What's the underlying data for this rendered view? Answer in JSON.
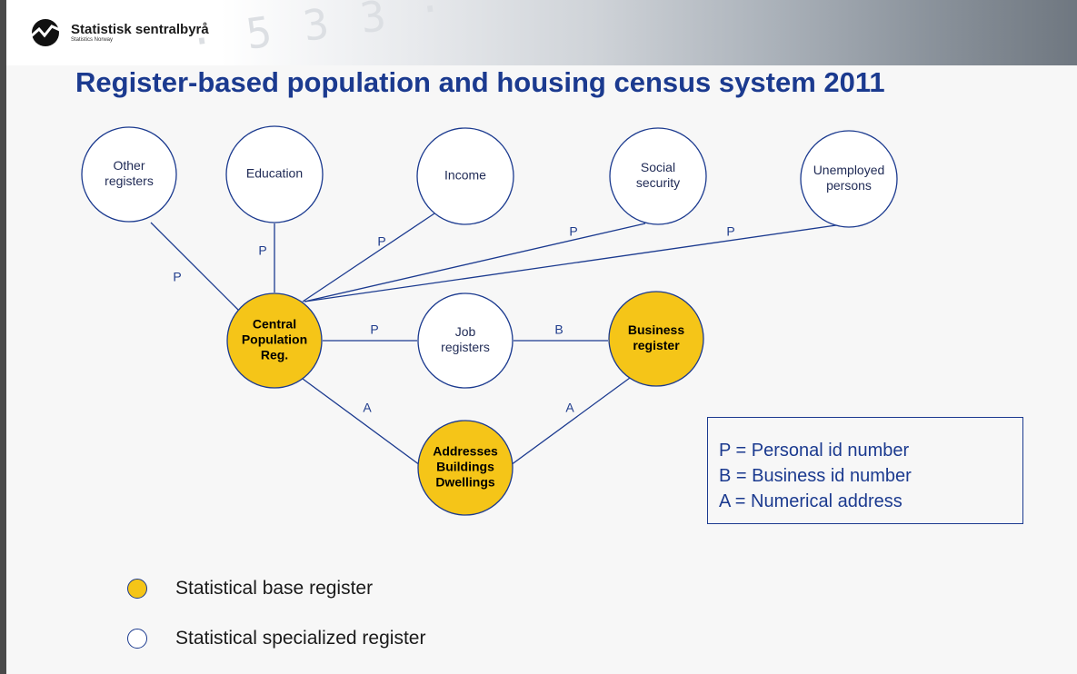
{
  "brand": {
    "name": "Statistisk sentralbyrå",
    "sub": "Statistics Norway"
  },
  "title": "Register-based population and housing census system 2011",
  "colors": {
    "title": "#1b3a8f",
    "base_fill": "#f5c518",
    "specialized_fill": "#ffffff",
    "stroke": "#1b3a8f"
  },
  "nodes": [
    {
      "id": "other",
      "lines": [
        "Other",
        "registers"
      ],
      "kind": "specialized"
    },
    {
      "id": "education",
      "lines": [
        "Education"
      ],
      "kind": "specialized"
    },
    {
      "id": "income",
      "lines": [
        "Income"
      ],
      "kind": "specialized"
    },
    {
      "id": "social",
      "lines": [
        "Social",
        "security"
      ],
      "kind": "specialized"
    },
    {
      "id": "unemployed",
      "lines": [
        "Unemployed",
        "persons"
      ],
      "kind": "specialized"
    },
    {
      "id": "cpr",
      "lines": [
        "Central",
        "Population",
        "Reg."
      ],
      "kind": "base"
    },
    {
      "id": "job",
      "lines": [
        "Job",
        "registers"
      ],
      "kind": "specialized"
    },
    {
      "id": "business",
      "lines": [
        "Business",
        "register"
      ],
      "kind": "base"
    },
    {
      "id": "addresses",
      "lines": [
        "Addresses",
        "Buildings",
        "Dwellings"
      ],
      "kind": "base"
    }
  ],
  "edges": [
    {
      "from": "other",
      "to": "cpr",
      "label": "P"
    },
    {
      "from": "education",
      "to": "cpr",
      "label": "P"
    },
    {
      "from": "income",
      "to": "cpr",
      "label": "P"
    },
    {
      "from": "social",
      "to": "cpr",
      "label": "P"
    },
    {
      "from": "unemployed",
      "to": "cpr",
      "label": "P"
    },
    {
      "from": "cpr",
      "to": "job",
      "label": "P"
    },
    {
      "from": "job",
      "to": "business",
      "label": "B"
    },
    {
      "from": "cpr",
      "to": "addresses",
      "label": "A"
    },
    {
      "from": "business",
      "to": "addresses",
      "label": "A"
    }
  ],
  "key": [
    "P = Personal id number",
    "B = Business id number",
    "A = Numerical address"
  ],
  "legend": {
    "base": "Statistical base register",
    "specialized": "Statistical specialized register"
  }
}
